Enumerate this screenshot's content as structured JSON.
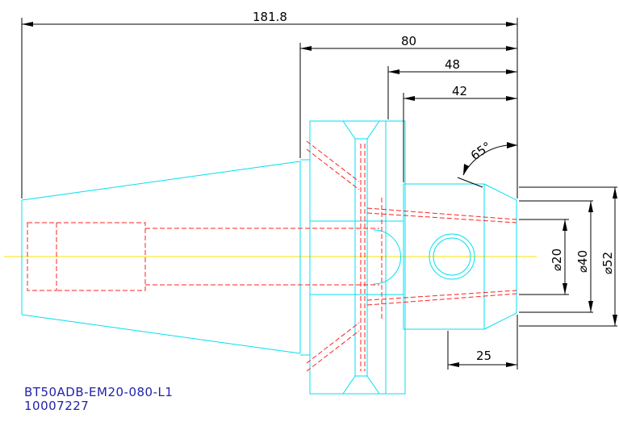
{
  "dimensions": {
    "total_length": "181.8",
    "flange_length": "80",
    "length_48": "48",
    "length_42": "42",
    "angle": "65°",
    "dia_20": "⌀20",
    "dia_40": "⌀40",
    "dia_52": "⌀52",
    "length_25": "25"
  },
  "part": {
    "model": "BT50ADB-EM20-080-L1",
    "code": "10007227"
  },
  "colors": {
    "outline": "#00e0f0",
    "hidden": "#ff2020",
    "centerline": "#ffe000",
    "label": "#2222aa"
  }
}
